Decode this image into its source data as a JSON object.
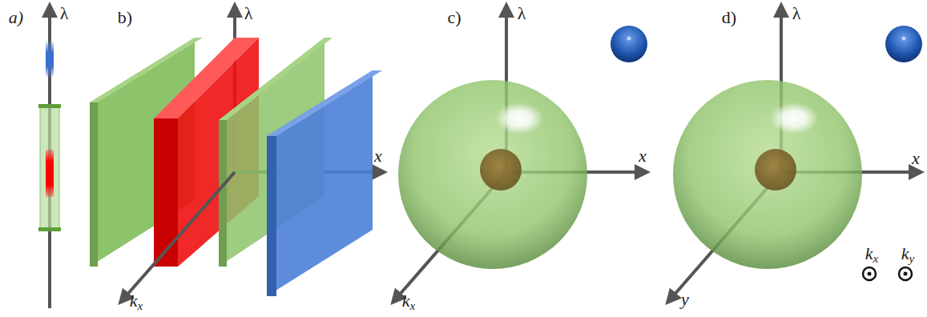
{
  "diagram": {
    "labels": [
      "a)",
      "λ",
      "b)",
      "λ",
      "x",
      "kx",
      "c)",
      "λ",
      "x",
      "kx",
      "d)",
      "λ",
      "x",
      "y",
      "kx",
      "ky"
    ]
  }
}
